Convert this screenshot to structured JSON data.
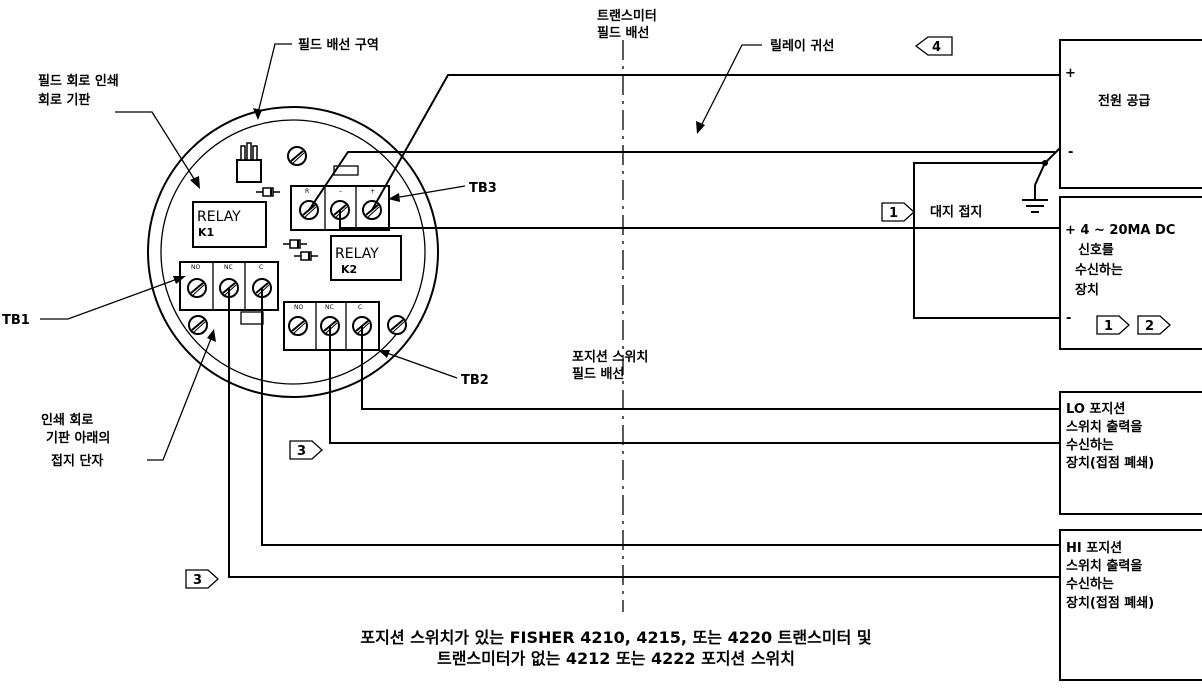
{
  "labels": {
    "transmitter_field_wiring_l1": "트랜스미터",
    "transmitter_field_wiring_l2": "필드 배선",
    "field_wiring_area": "필드 배선 구역",
    "relay_return_wire": "릴레이 귀선",
    "field_circuit_pcb_l1": "필드 회로 인쇄",
    "field_circuit_pcb_l2": "회로 기판",
    "tb3": "TB3",
    "tb1": "TB1",
    "tb2": "TB2",
    "earth_ground": "대지 접지",
    "position_switch_field_wiring_l1": "포지션 스위치",
    "position_switch_field_wiring_l2": "필드 배선",
    "pcb_ground_terminal_l1": "인쇄 회로",
    "pcb_ground_terminal_l2": "기판  아래의",
    "pcb_ground_terminal_l3": "접지 단자"
  },
  "relays": {
    "k1_label": "RELAY",
    "k1_id": "K1",
    "k2_label": "RELAY",
    "k2_id": "K2"
  },
  "terminal_marks": {
    "tb3": [
      "R",
      "–",
      "+"
    ],
    "tb1": [
      "NO",
      "NC",
      "C"
    ],
    "tb2": [
      "NO",
      "NC",
      "C"
    ]
  },
  "notes": {
    "note4": "4",
    "note1a": "1",
    "note1b": "1",
    "note2": "2",
    "note3a": "3",
    "note3b": "3"
  },
  "devices": {
    "power_supply": {
      "plus": "+",
      "minus": "-",
      "title": "전원 공급"
    },
    "signal_receiver": {
      "line1": "+ 4 ~ 20MA DC",
      "line2": "신호를",
      "line3": "수신하는",
      "line4": "장치",
      "minus": "-"
    },
    "lo_switch": {
      "line1": "LO 포지션",
      "line2": "스위치 출력을",
      "line3": "수신하는",
      "line4": "장치(접점 폐쇄)"
    },
    "hi_switch": {
      "line1": "HI 포지션",
      "line2": "스위치 출력을",
      "line3": "수신하는",
      "line4": "장치(접점 폐쇄)"
    }
  },
  "caption": {
    "line1": "포지션 스위치가 있는 FISHER 4210, 4215, 또는 4220 트랜스미터 및",
    "line2": "트랜스미터가 없는 4212 또는 4222 포지션 스위치"
  }
}
